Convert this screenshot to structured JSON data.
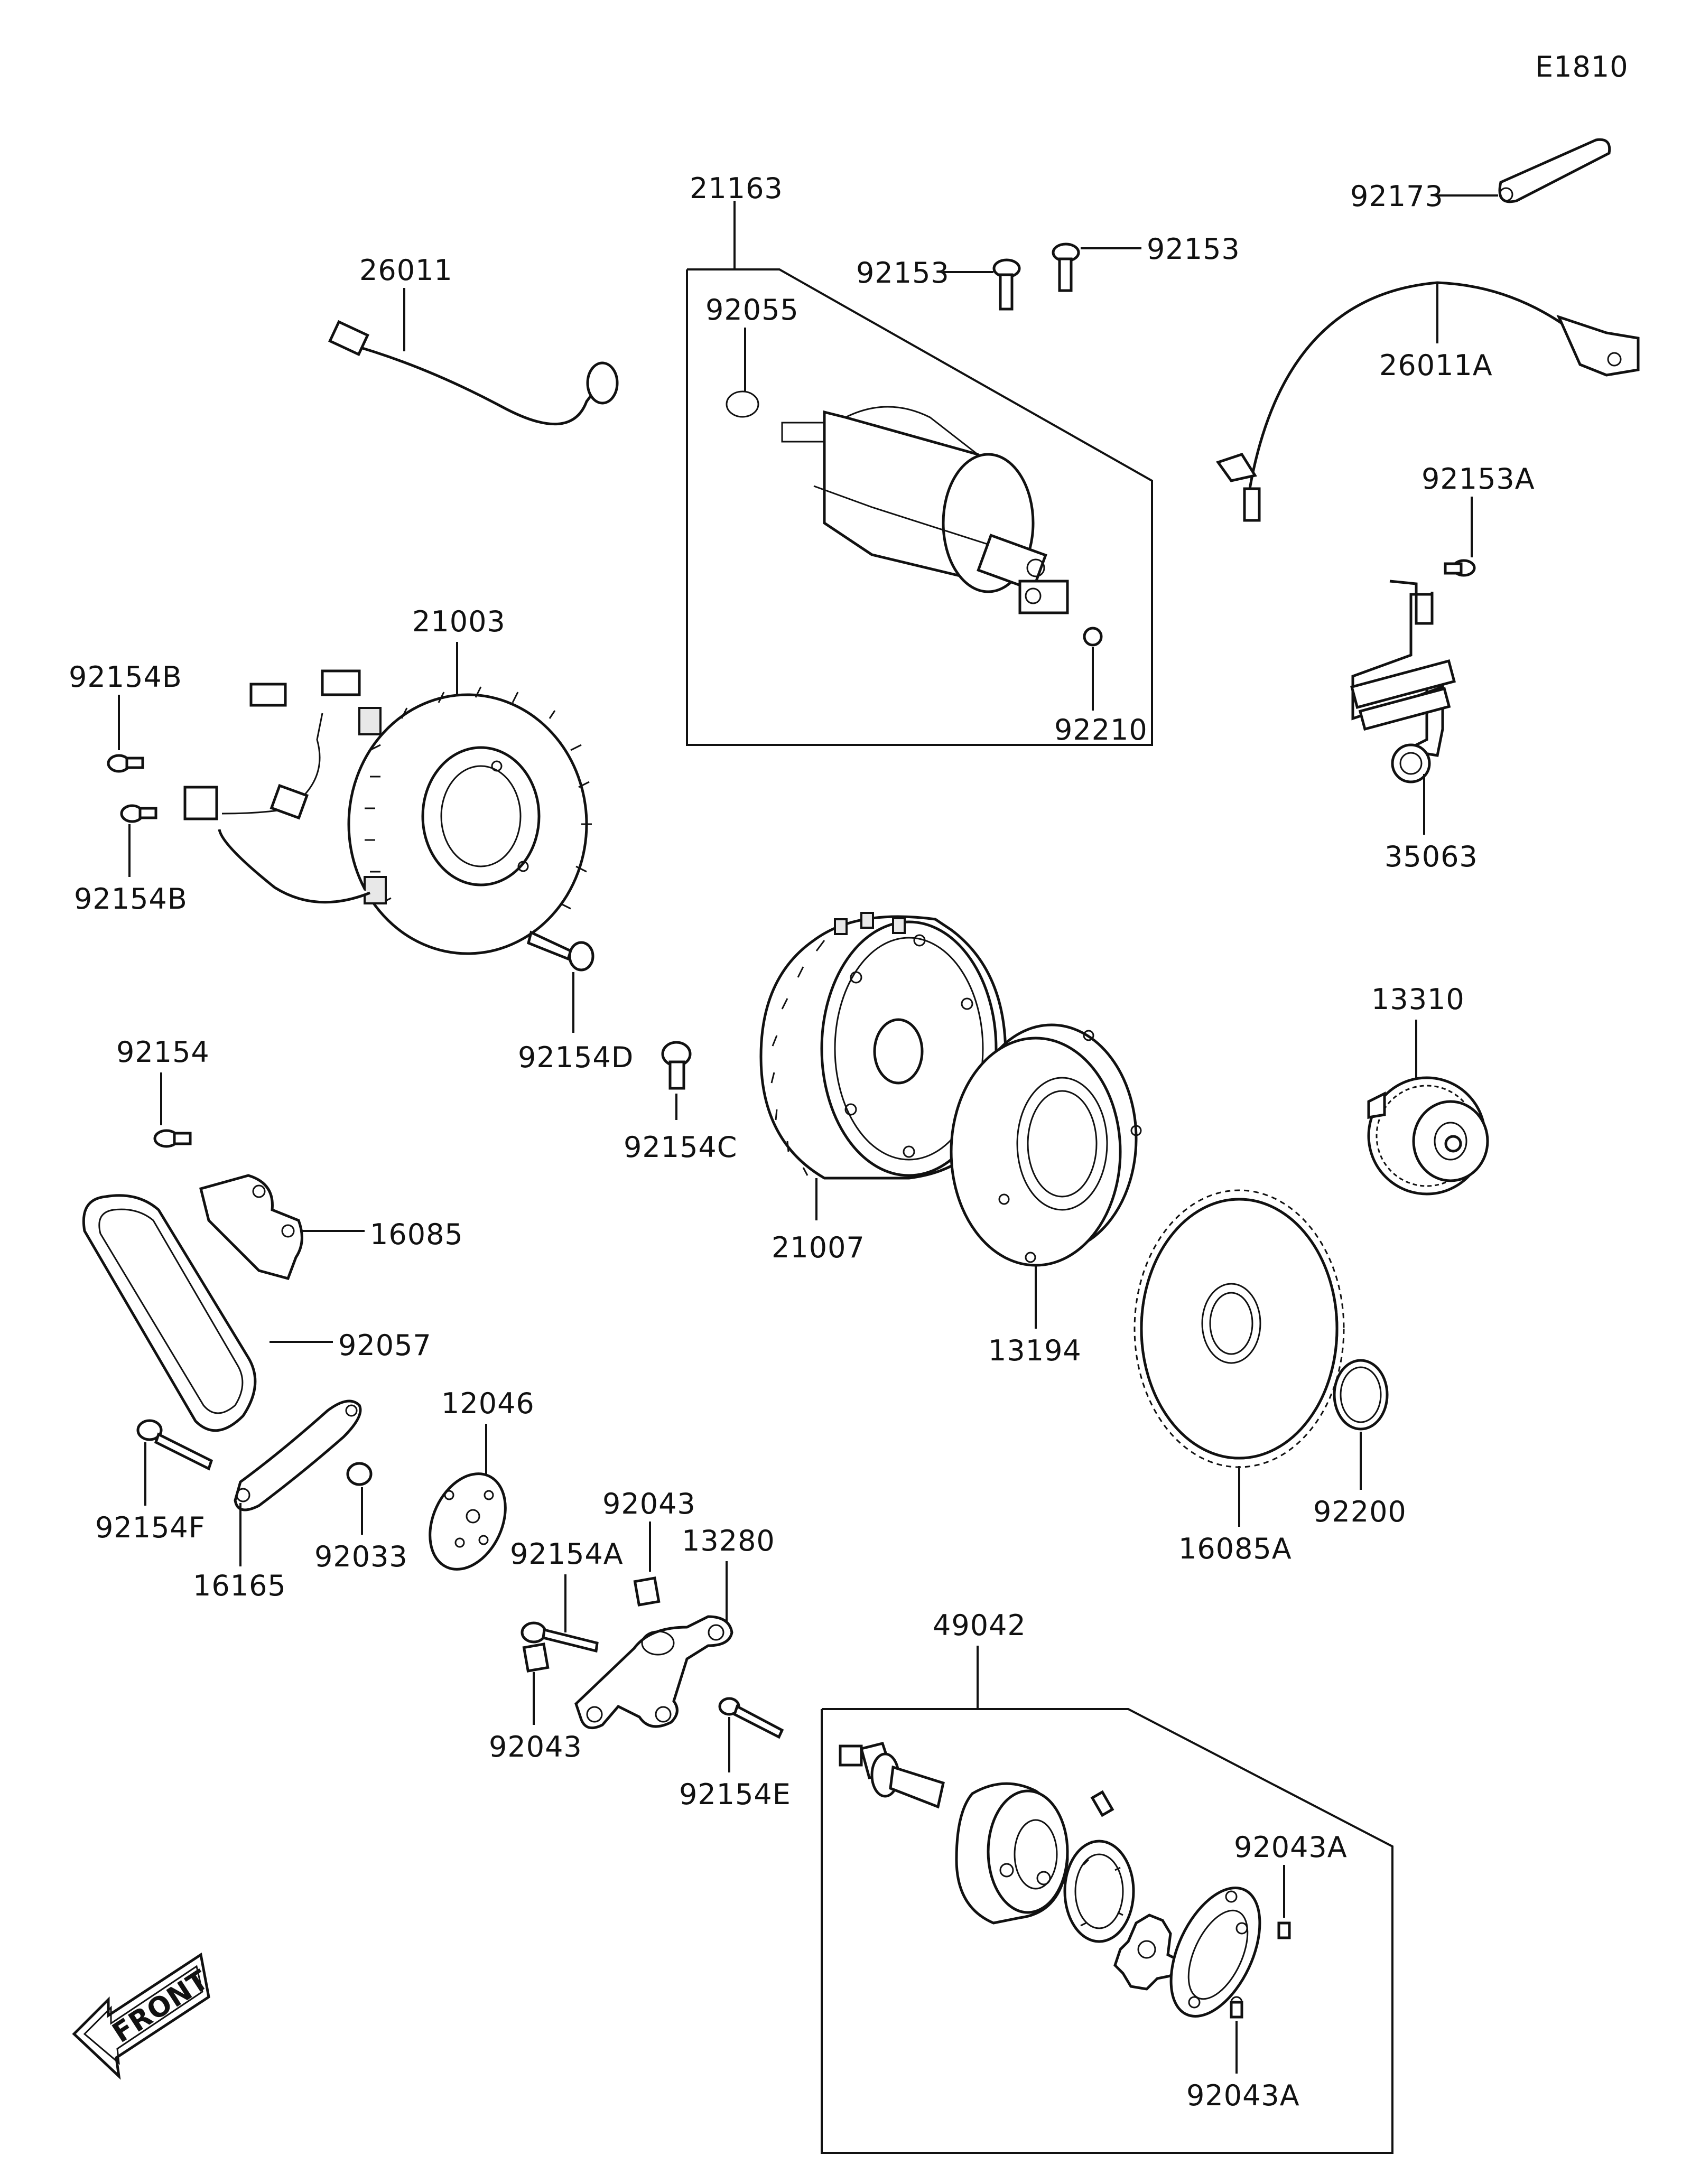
{
  "diagram_code": "E1810",
  "front_label": "FRONT",
  "labels": {
    "p21163": "21163",
    "p92055": "92055",
    "p92153a_left": "92153",
    "p92153b_right": "92153",
    "p92210": "92210",
    "p92173": "92173",
    "p26011": "26011",
    "p26011A": "26011A",
    "p92153A": "92153A",
    "p35063": "35063",
    "p21003": "21003",
    "p92154B_top": "92154B",
    "p92154B_bottom": "92154B",
    "p92154D": "92154D",
    "p92154": "92154",
    "p92154C": "92154C",
    "p21007": "21007",
    "p13310": "13310",
    "p16085": "16085",
    "p92057": "92057",
    "p13194": "13194",
    "p16085A": "16085A",
    "p92200": "92200",
    "p12046": "12046",
    "p92154F": "92154F",
    "p16165": "16165",
    "p92033": "92033",
    "p92043_top": "92043",
    "p13280": "13280",
    "p92154A": "92154A",
    "p92043_bottom": "92043",
    "p92154E": "92154E",
    "p49042": "49042",
    "p92043A_top": "92043A",
    "p92043A_bottom": "92043A"
  }
}
